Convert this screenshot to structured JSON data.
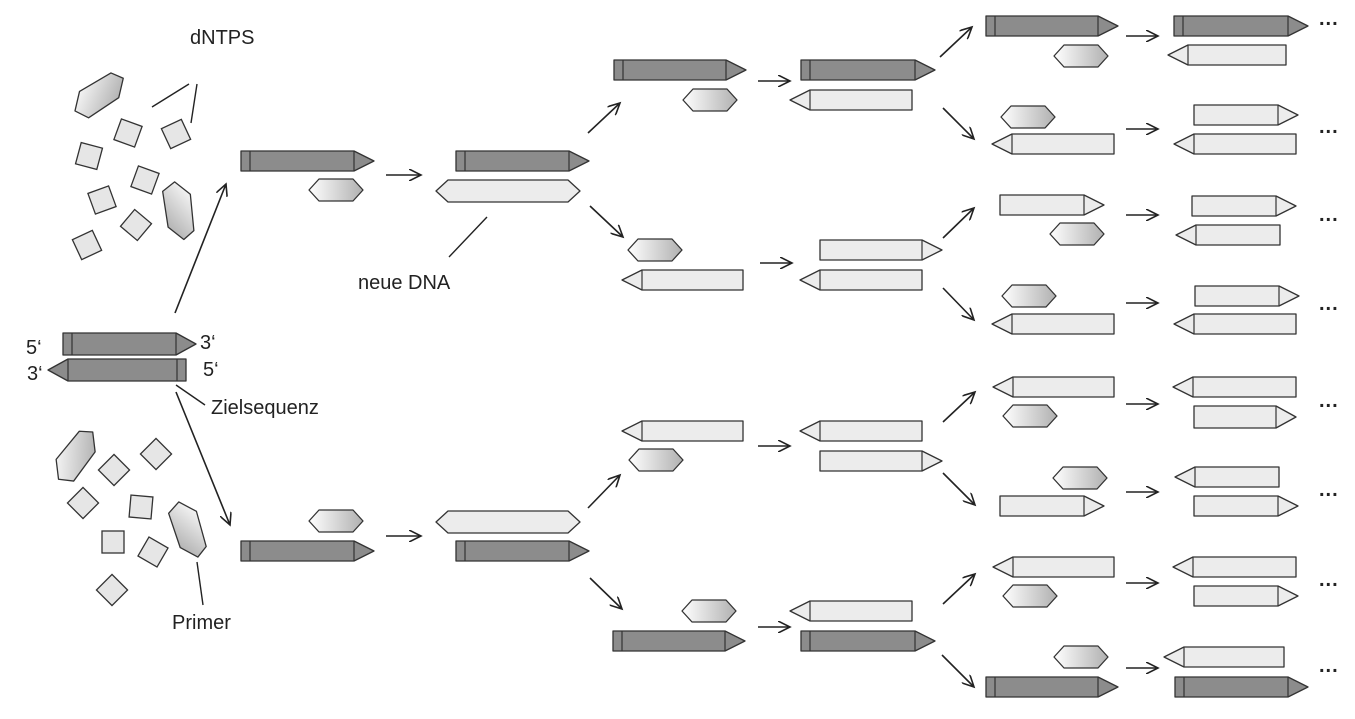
{
  "labels": {
    "dntps": "dNTPS",
    "neue_dna": "neue DNA",
    "zielsequenz": "Zielsequenz",
    "primer": "Primer",
    "end_5_top": "5‘",
    "end_3_top": "3‘",
    "end_3_bottom": "3‘",
    "end_5_bottom": "5‘",
    "continuation": "..."
  },
  "colors": {
    "template_strand": "#8c8c8c",
    "new_strand": "#ececec",
    "outline": "#333333",
    "primer_light": "#ffffff",
    "primer_dark": "#b5b5b5"
  }
}
